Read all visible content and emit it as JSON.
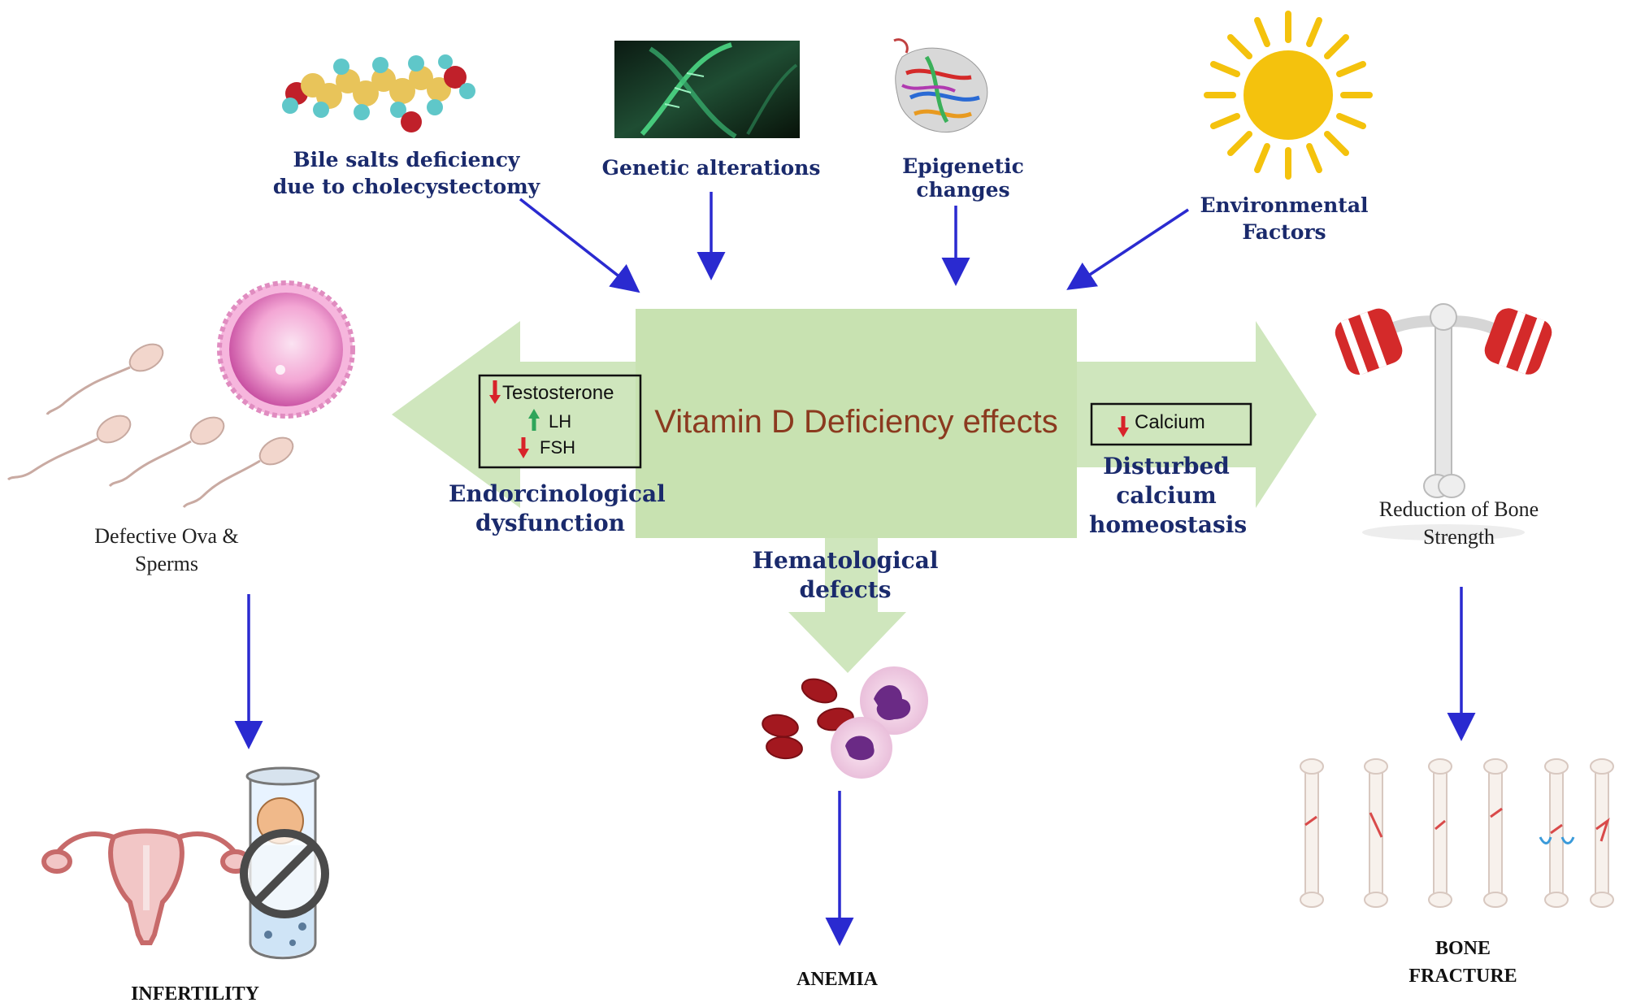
{
  "center": {
    "title": "Vitamin D Deficiency effects"
  },
  "causes": {
    "bile": "Bile salts deficiency due to cholecystectomy",
    "genetic": "Genetic alterations",
    "epigenetic": "Epigenetic changes",
    "environmental": "Environmental Factors"
  },
  "left_effect": {
    "label": "Endorcinological dysfunction",
    "hormones": [
      "Testosterone",
      "LH",
      "FSH"
    ]
  },
  "right_effect": {
    "label": "Disturbed calcium homeostasis",
    "marker": "Calcium"
  },
  "bottom_effect": {
    "label": "Hematological defects"
  },
  "outcomes": {
    "reproductive_cells": "Defective Ova & Sperms",
    "infertility": "INFERTILITY",
    "anemia": "ANEMIA",
    "bone_strength": "Reduction of Bone Strength",
    "bone_fracture": "BONE FRACTURE"
  },
  "colors": {
    "center_fill": "#c8e2b1",
    "arrow_fill": "#cfe6bd",
    "title": "#8b3a1f",
    "label": "#1a2a6c",
    "connector": "#2a2ad0",
    "down_red": "#d8232a",
    "up_green": "#2ea55a"
  }
}
